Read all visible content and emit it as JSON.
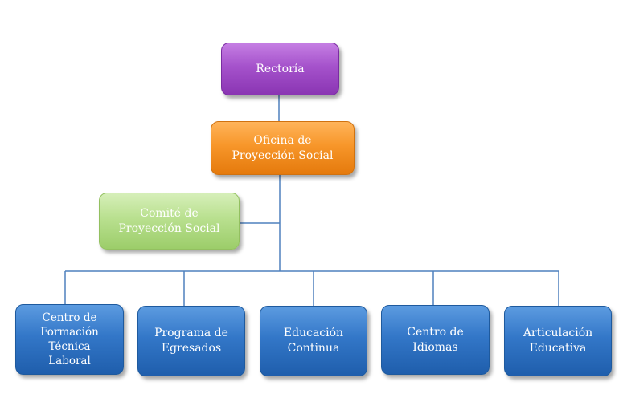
{
  "diagram": {
    "colors": {
      "line": "#4f81bd",
      "purple": "#9b45c4",
      "orange": "#f08c1a",
      "green": "#b0d98a",
      "blue": "#2e6fbd"
    },
    "nodes": {
      "rectoria": "Rectoría",
      "oficina": "Oficina de\nProyección Social",
      "comite": "Comité de\nProyección Social",
      "centro_formacion": "Centro de\nFormación\nTécnica\nLaboral",
      "programa_egresados": "Programa de\nEgresados",
      "educacion_continua": "Educación\nContinua",
      "centro_idiomas": "Centro de\nIdiomas",
      "articulacion": "Articulación\nEducativa"
    }
  }
}
